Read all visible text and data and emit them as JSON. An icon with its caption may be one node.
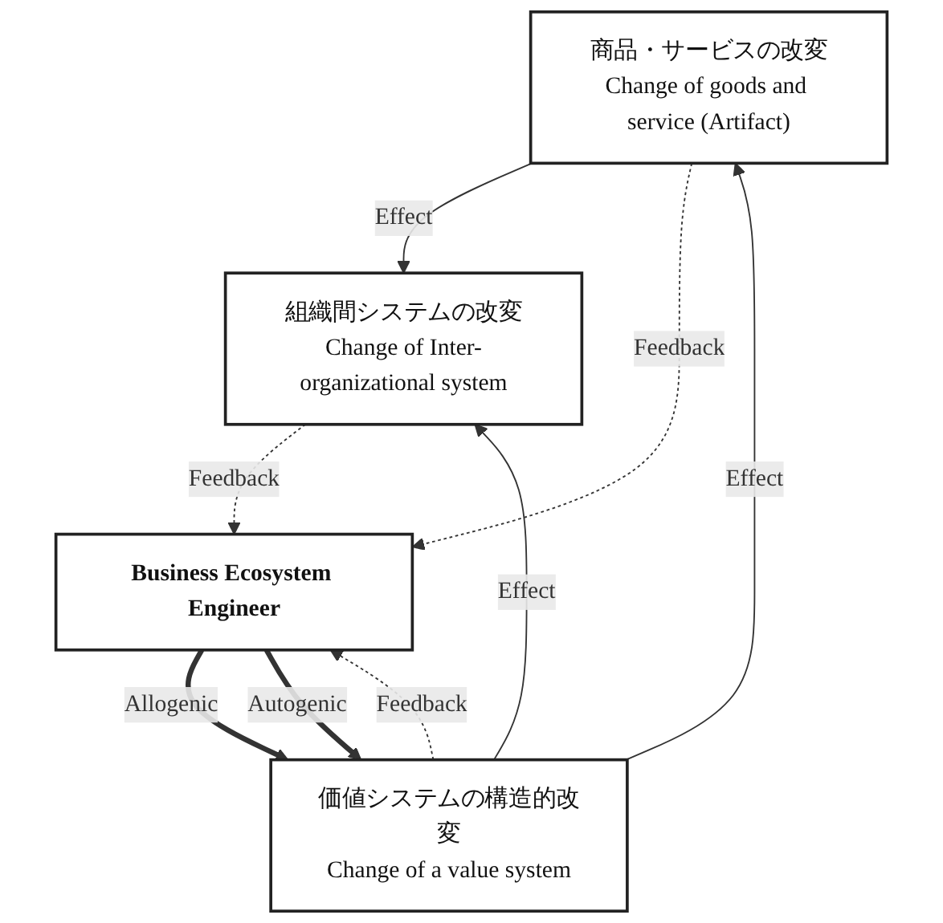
{
  "diagram": {
    "nodes": [
      {
        "text": [
          "商品・サービスの改変",
          "Change of goods and service (Artifact)"
        ]
      },
      {
        "text": [
          "価値システムの構造的改変",
          "Change of a value system"
        ]
      },
      {
        "text": [
          "組織間システムの改変",
          "Change of Inter-organizational system"
        ]
      },
      {
        "text": [
          "Business Ecosystem Engineer"
        ]
      }
    ],
    "edges": [
      {
        "from": 1,
        "to": 0,
        "arrow": "to",
        "label": "Effect"
      },
      {
        "from": 0,
        "to": 2,
        "arrow": "to",
        "label": "Effect"
      },
      {
        "from": 1,
        "to": 2,
        "arrow": "to",
        "label": "Effect"
      },
      {
        "from": 0,
        "to": 3,
        "arrow": "to",
        "label": "Feedback",
        "style": "dashed"
      },
      {
        "from": 1,
        "to": 3,
        "arrow": "to",
        "label": "Feedback",
        "style": "dashed"
      },
      {
        "from": 2,
        "to": 3,
        "arrow": "to",
        "label": "Feedback",
        "style": "dashed"
      },
      {
        "from": 3,
        "to": 1,
        "arrow": "to",
        "label": "Allogenic",
        "style": "thick"
      },
      {
        "from": 3,
        "to": 1,
        "arrow": "to",
        "label": "Autogenic",
        "style": "thick"
      }
    ]
  }
}
